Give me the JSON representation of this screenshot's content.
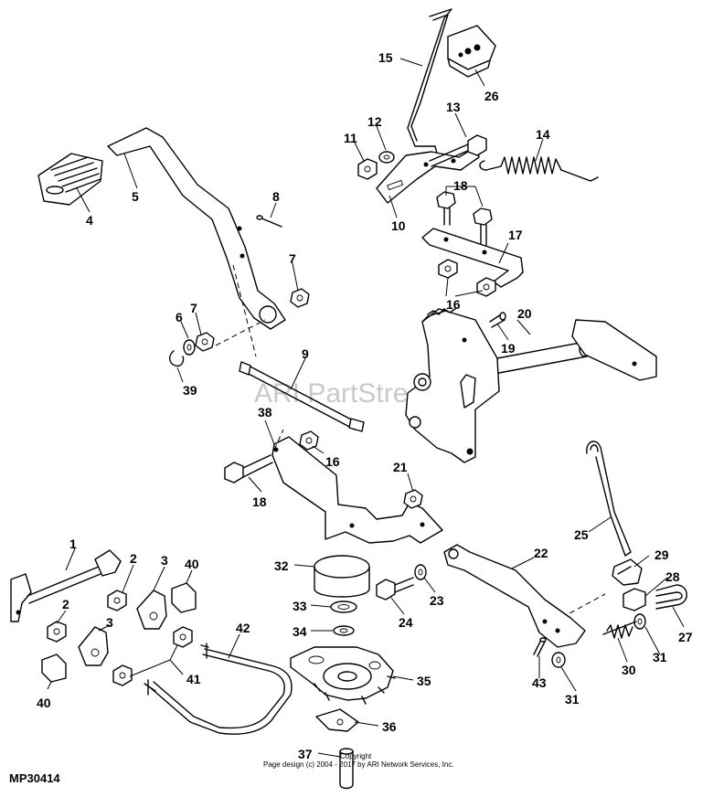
{
  "diagram": {
    "code": "MP30414",
    "watermark": "ARI PartStream™",
    "copyright_line1": "Copyright",
    "copyright_line2": "Page design (c) 2004 - 2017 by ARI Network Services, Inc.",
    "callouts": [
      "1",
      "2",
      "2",
      "3",
      "3",
      "4",
      "5",
      "6",
      "7",
      "7",
      "8",
      "9",
      "10",
      "11",
      "12",
      "13",
      "14",
      "15",
      "16",
      "16",
      "17",
      "18",
      "18",
      "19",
      "20",
      "21",
      "22",
      "23",
      "24",
      "25",
      "26",
      "27",
      "28",
      "29",
      "30",
      "31",
      "31",
      "32",
      "33",
      "34",
      "35",
      "36",
      "37",
      "38",
      "39",
      "40",
      "40",
      "41",
      "42",
      "43"
    ]
  }
}
